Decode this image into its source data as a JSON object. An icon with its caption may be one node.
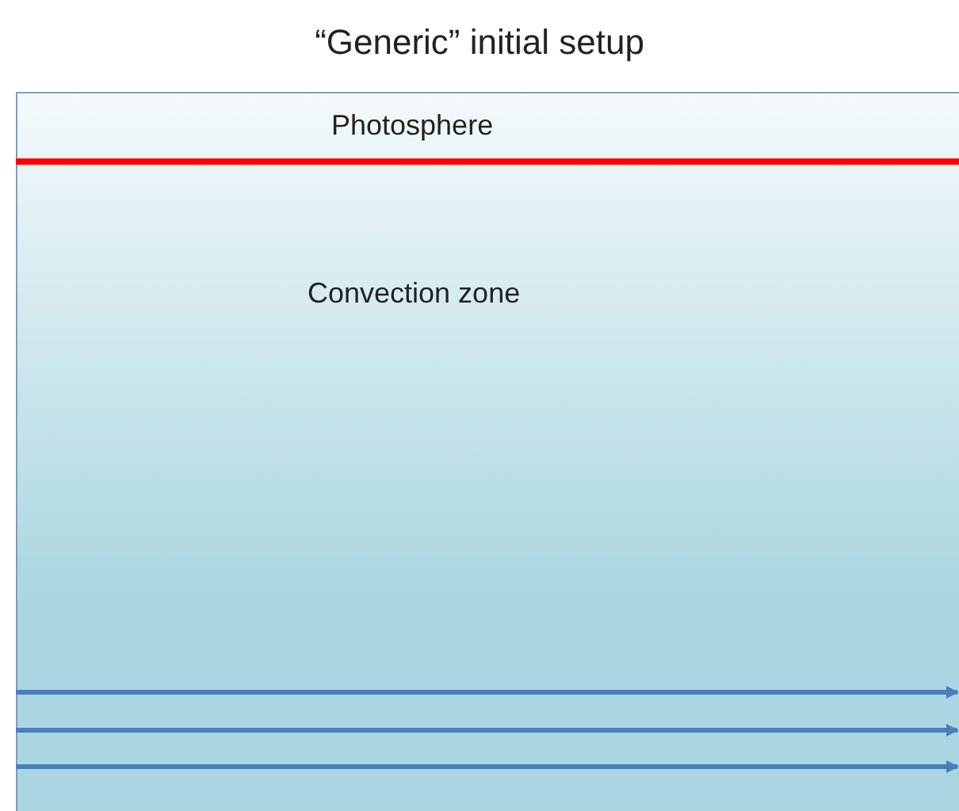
{
  "diagram": {
    "title": "“Generic” initial setup",
    "nodes": [
      {
        "text": [
          "Photosphere",
          "Convection zone"
        ]
      }
    ]
  }
}
